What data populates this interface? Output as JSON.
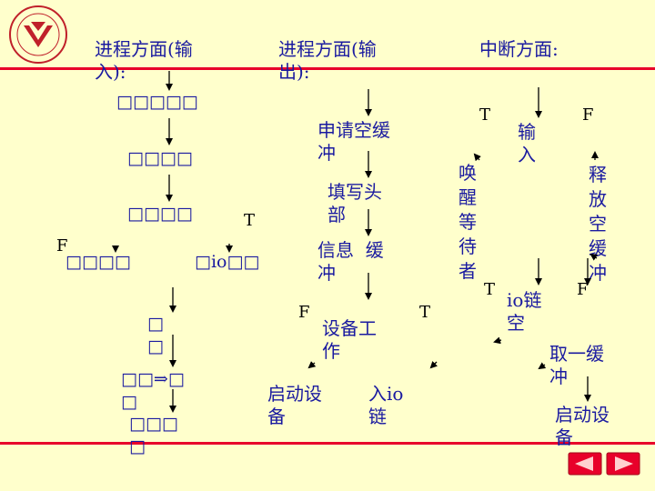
{
  "headers": {
    "process_input": "进程方面(输\n入):",
    "process_output": "进程方面(输\n出):",
    "interrupt": "中断方面:"
  },
  "input_flow": {
    "b1": "□□□□□",
    "b2": "□□□□",
    "b3": "□□□□",
    "b4": "□□□□",
    "b5": "□io□□",
    "b6": "□\n□",
    "b7": "□□⇒□\n□",
    "b8": "□□□\n□",
    "t": "T",
    "f": "F"
  },
  "output_flow": {
    "apply": "申请空缓\n冲",
    "fill": "填写头\n部",
    "info": "信息  缓\n冲",
    "device_work": "设备工\n作",
    "start": "启动设\n备",
    "enter": "入io\n链",
    "f": "F",
    "t": "T"
  },
  "interrupt_flow": {
    "t": "T",
    "f": "F",
    "input": "输\n入",
    "wake": "唤\n醒\n等\n待\n者",
    "release": "释\n放\n空\n缓\n冲",
    "t2": "T",
    "io_chain": "io链\n空",
    "f2": "F",
    "take": "取一缓\n冲",
    "start": "启动设\n备"
  },
  "colors": {
    "text": "#1a1aa0",
    "background": "#ffffcc",
    "rule": "#e8002a"
  }
}
